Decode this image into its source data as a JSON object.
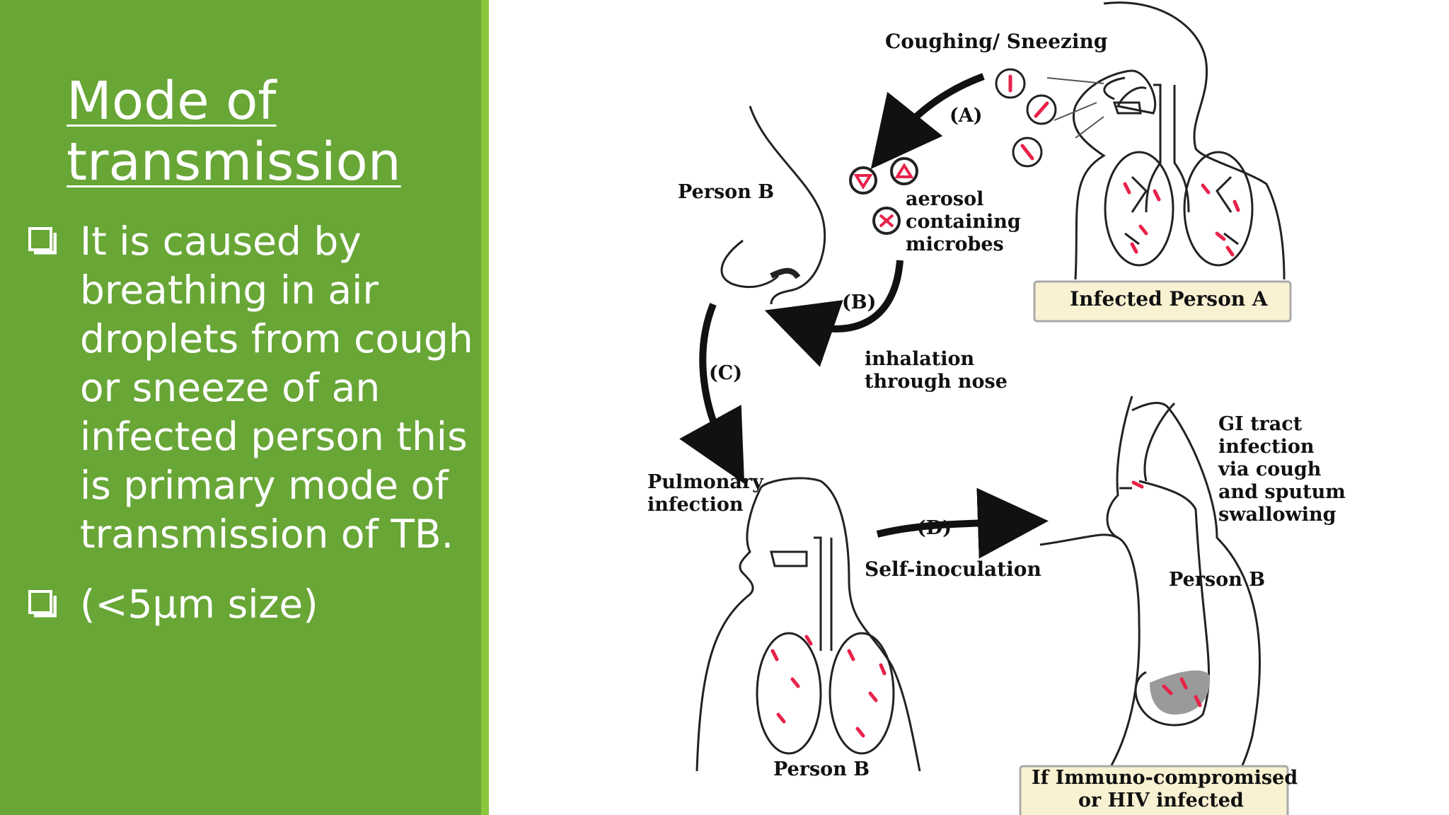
{
  "slide": {
    "title_line1": "Mode of",
    "title_line2": "transmission",
    "bullets": [
      {
        "icon": "checkbox-bullet-icon",
        "text": "It is caused by breathing in air droplets from cough or sneeze of an infected person this is primary mode of transmission of TB."
      },
      {
        "icon": "checkbox-bullet-icon",
        "text": "(<5µm size)"
      }
    ],
    "colors": {
      "panel": "#68a636",
      "stripe": "#8cc63f",
      "text": "#ffffff",
      "bacilli": "#e8224a"
    }
  },
  "diagram": {
    "coughing": "Coughing/ Sneezing",
    "label_a": "(A)",
    "label_b": "(B)",
    "label_c": "(C)",
    "label_d": "(D)",
    "person_b_top": "Person B",
    "aerosol_1": "aerosol",
    "aerosol_2": "containing",
    "aerosol_3": "microbes",
    "infected_a": "Infected Person A",
    "inhalation_1": "inhalation",
    "inhalation_2": "through nose",
    "pulmonary_1": "Pulmonary",
    "pulmonary_2": "infection",
    "self_inoculation": "Self-inoculation",
    "gi_1": "GI tract",
    "gi_2": "infection",
    "gi_3": "via cough",
    "gi_4": "and sputum",
    "gi_5": "swallowing",
    "person_b_right": "Person B",
    "person_b_bottom": "Person B",
    "immuno_1": "If Immuno-compromised",
    "immuno_2": "or HIV infected"
  }
}
